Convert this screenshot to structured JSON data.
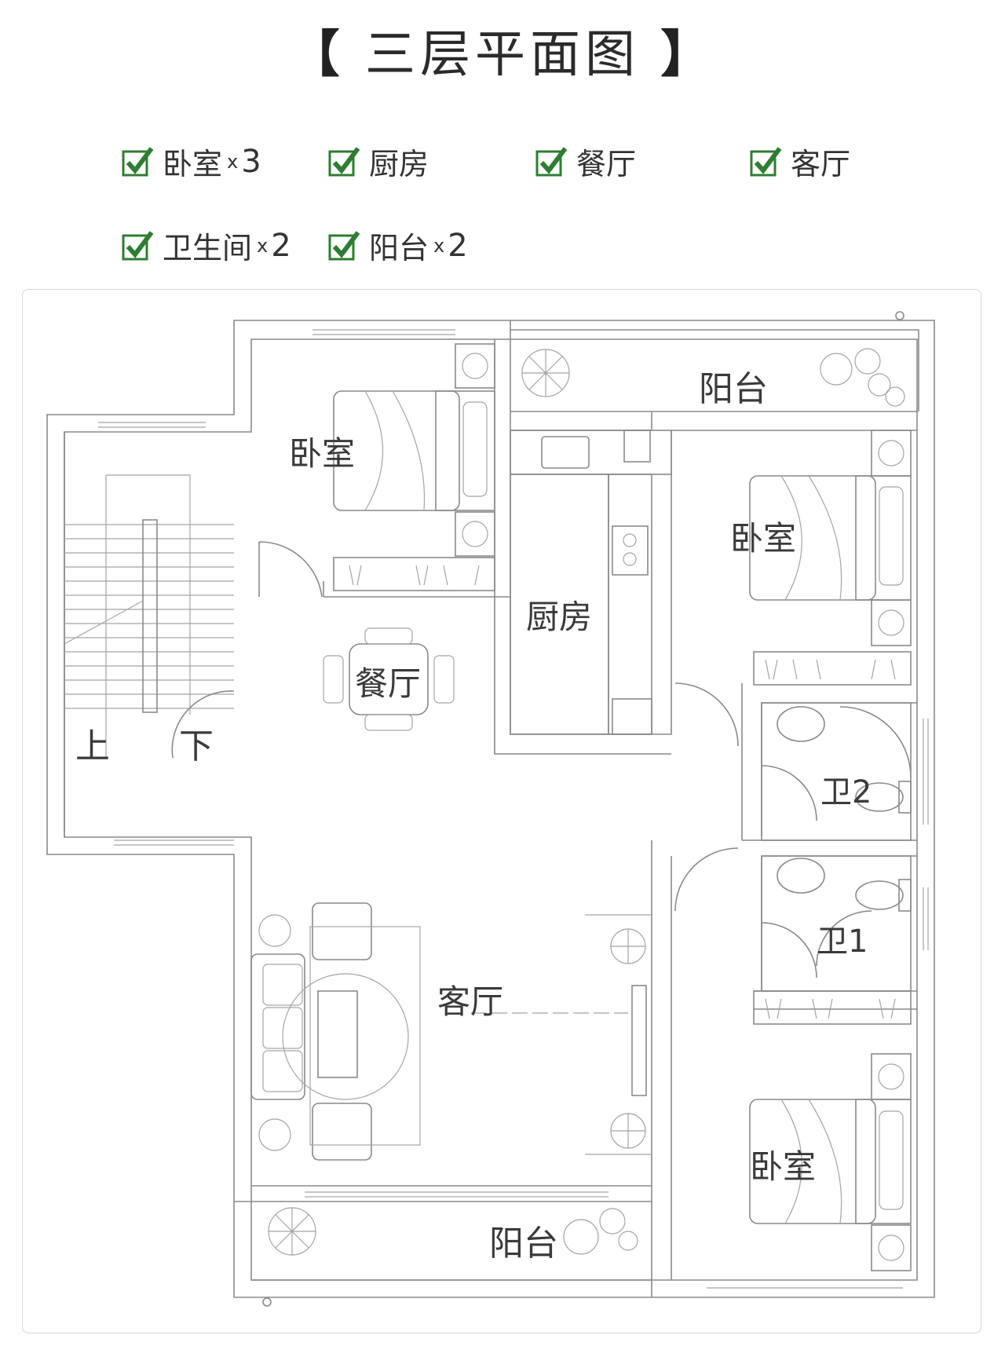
{
  "title": {
    "left_bracket": "【",
    "text": "三层平面图",
    "right_bracket": "】"
  },
  "features": [
    {
      "label": "卧室",
      "mult": "x",
      "count": "3"
    },
    {
      "label": "厨房",
      "mult": "",
      "count": ""
    },
    {
      "label": "餐厅",
      "mult": "",
      "count": ""
    },
    {
      "label": "客厅",
      "mult": "",
      "count": ""
    },
    {
      "label": "卫生间",
      "mult": "x",
      "count": "2"
    },
    {
      "label": "阳台",
      "mult": "x",
      "count": "2"
    }
  ],
  "rooms": {
    "balcony_top": "阳台",
    "bedroom_tl": "卧室",
    "bedroom_r": "卧室",
    "kitchen": "厨房",
    "dining": "餐厅",
    "stairs_up": "上",
    "stairs_down": "下",
    "bath2": "卫2",
    "bath1": "卫1",
    "living": "客厅",
    "bedroom_br": "卧室",
    "balcony_bottom": "阳台"
  },
  "colors": {
    "check_green": "#2e7d32",
    "line_gray": "#8a8a8a"
  },
  "icons": [
    "check-icon",
    "plant-icon",
    "bed-icon",
    "sink-icon",
    "toilet-icon",
    "sofa-icon",
    "dining-table-icon",
    "stairs-icon"
  ]
}
